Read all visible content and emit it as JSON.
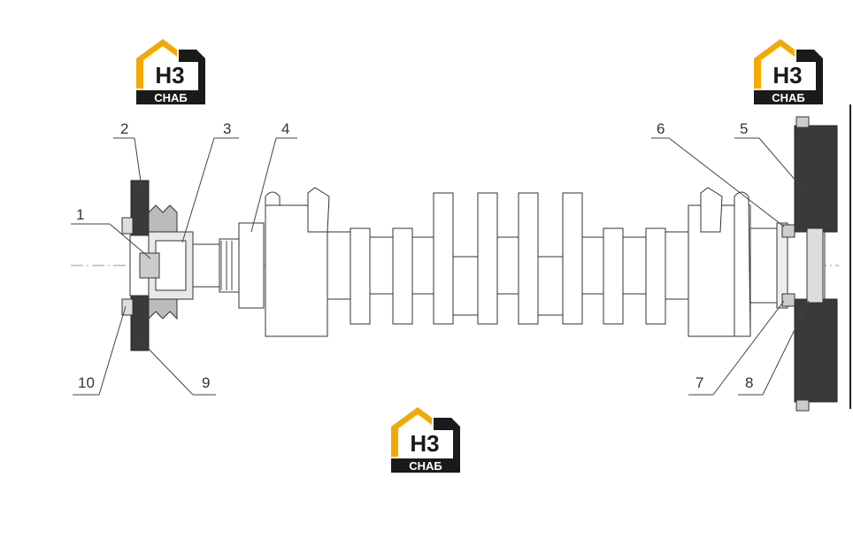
{
  "brand": {
    "logo_text_top": "H3",
    "logo_text_bottom": "СНАБ",
    "accent_color": "#f5a800",
    "dark_color": "#1a1a1a"
  },
  "callouts": {
    "c1": "1",
    "c2": "2",
    "c3": "3",
    "c4": "4",
    "c5": "5",
    "c6": "6",
    "c7": "7",
    "c8": "8",
    "c9": "9",
    "c10": "10"
  }
}
